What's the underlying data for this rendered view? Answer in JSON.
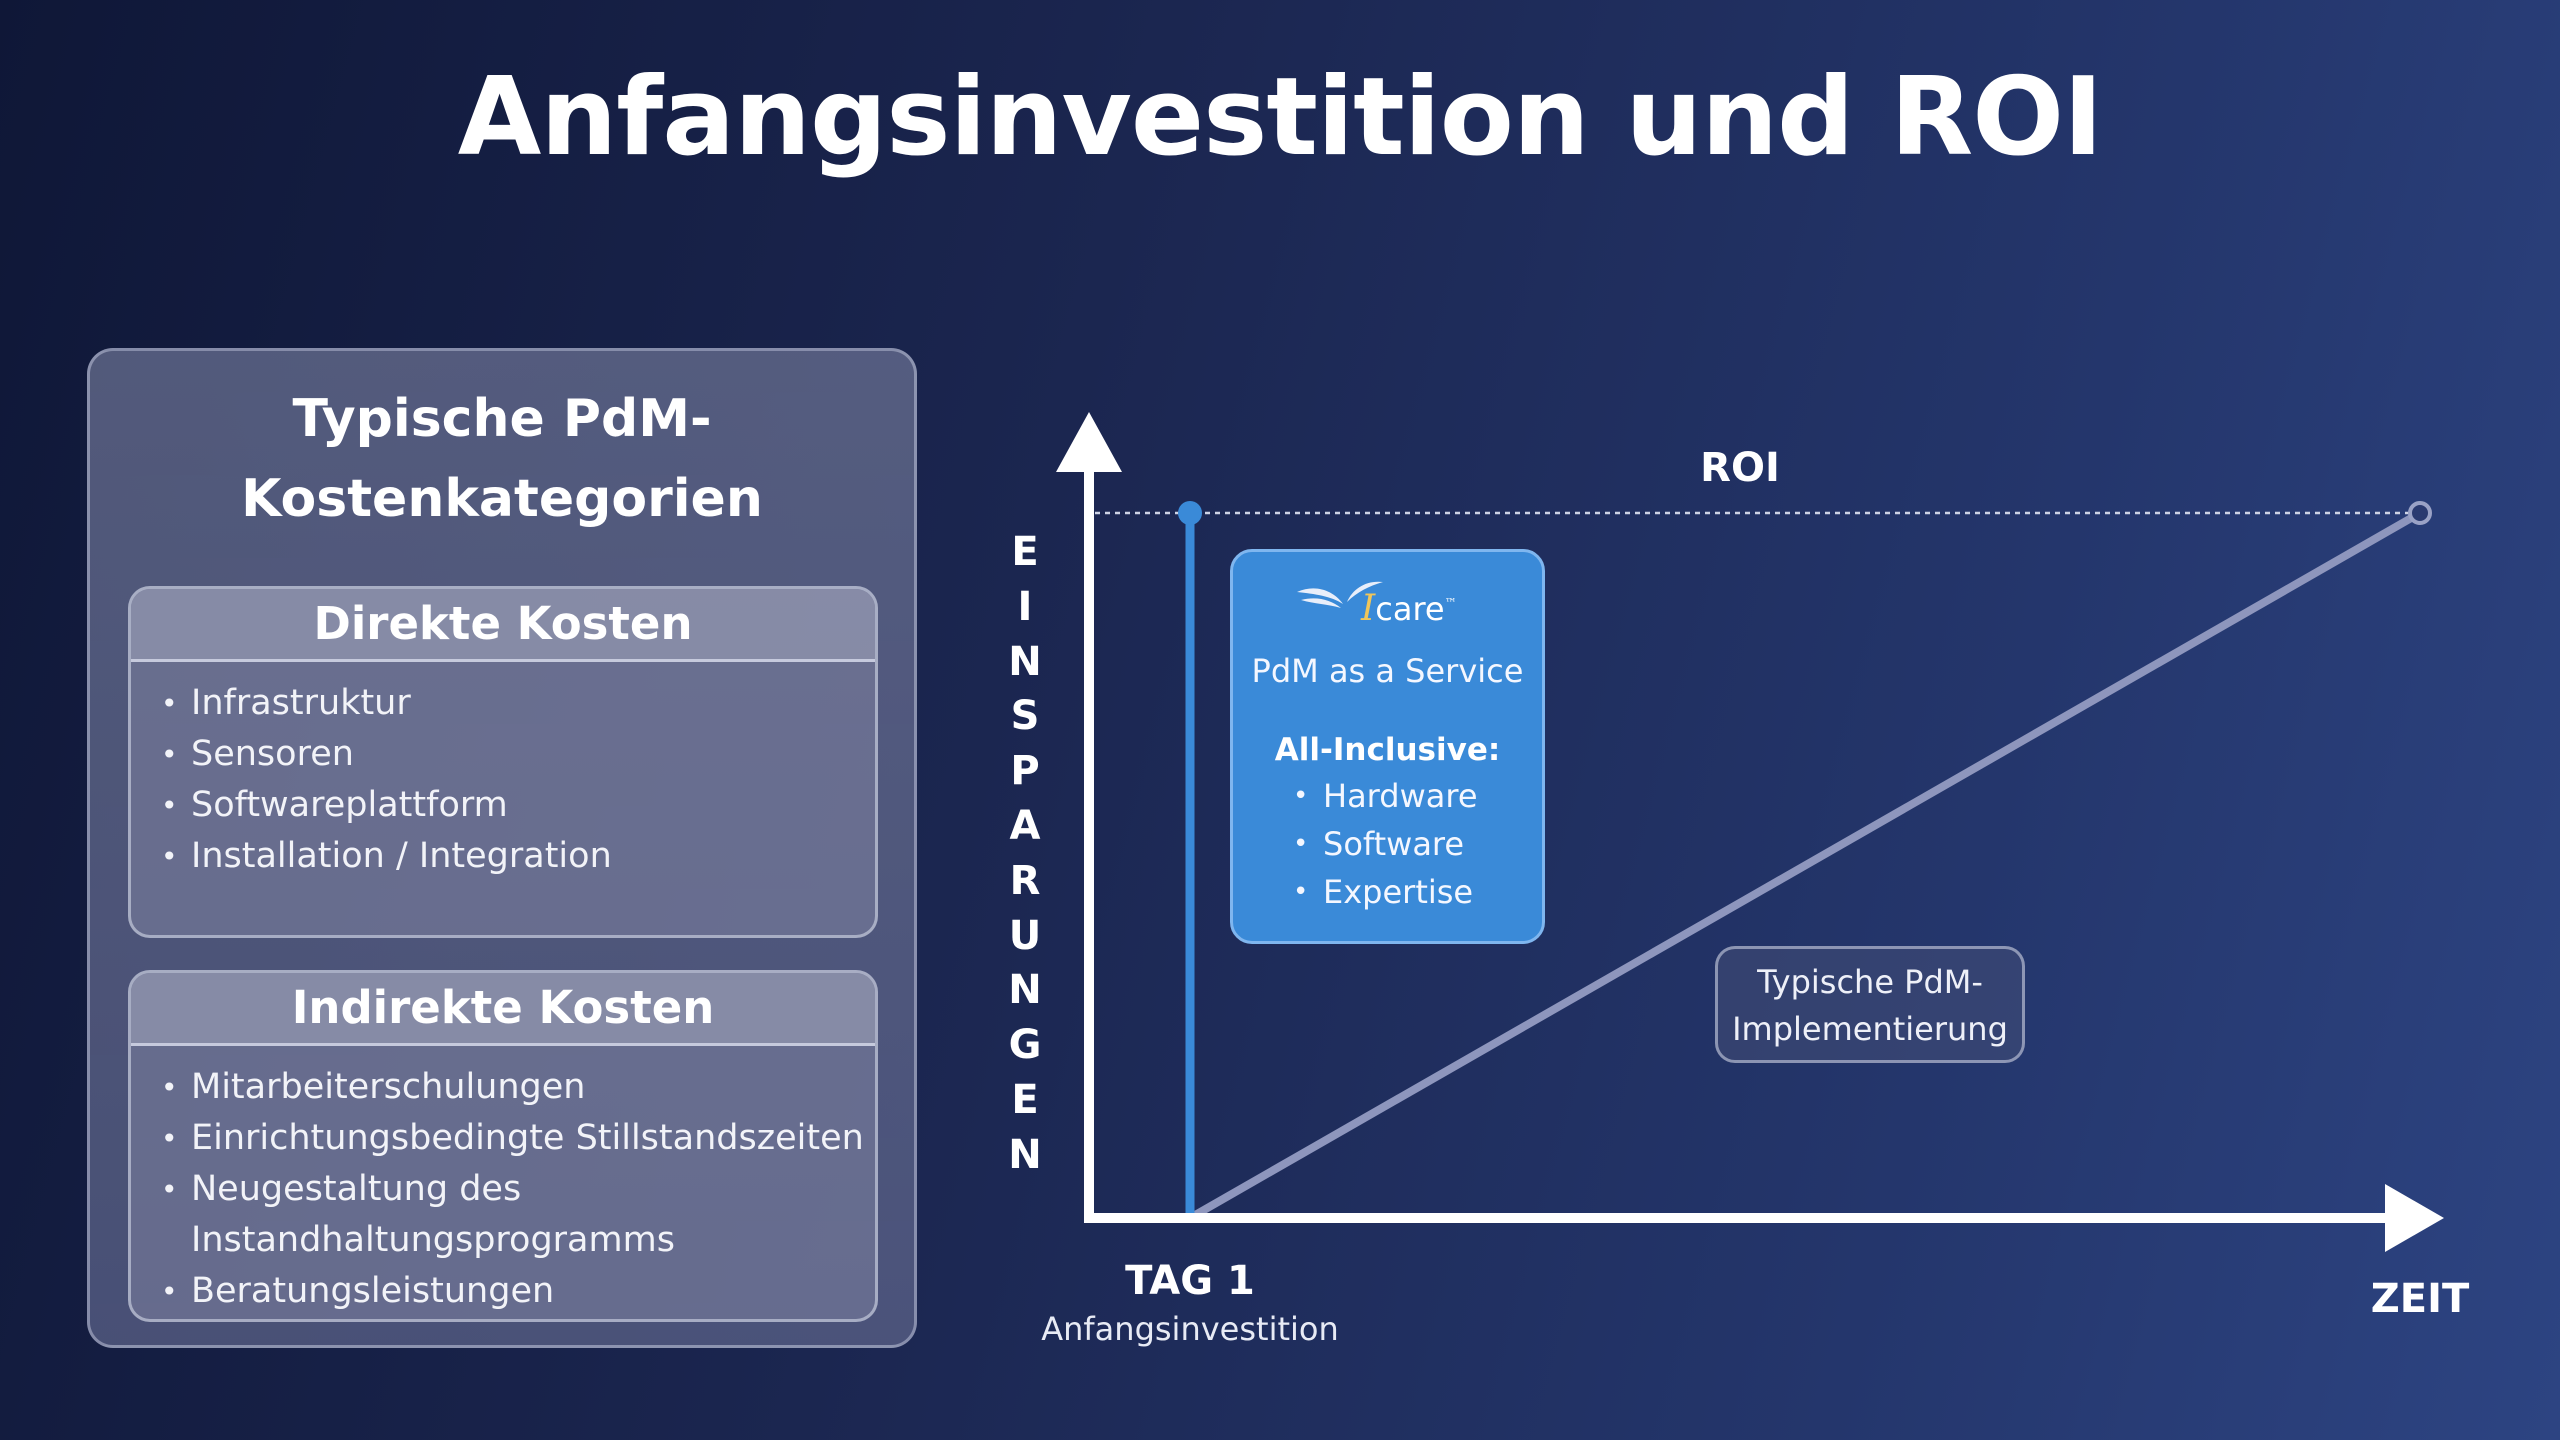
{
  "title": "Anfangsinvestition und ROI",
  "left_panel": {
    "title_lines": [
      "Typische PdM-",
      "Kostenkategorien"
    ],
    "direct": {
      "heading": "Direkte Kosten",
      "items": [
        "Infrastruktur",
        "Sensoren",
        "Softwareplattform",
        "Installation / Integration"
      ]
    },
    "indirect": {
      "heading": "Indirekte Kosten",
      "items": [
        [
          "Mitarbeiterschulungen"
        ],
        [
          "Einrichtungsbedingte Stillstandszeiten"
        ],
        [
          "Neugestaltung des",
          "Instandhaltungsprogramms"
        ],
        [
          "Beratungsleistungen"
        ]
      ]
    }
  },
  "chart": {
    "y_axis_label": "EINSPARUNGEN",
    "x_axis_label": "ZEIT",
    "roi_label": "ROI",
    "day_label": "TAG 1",
    "day_sub": "Anfangsinvestition",
    "colors": {
      "accent": "#3a8ad8",
      "line": "#8e96bd",
      "axis": "#ffffff"
    }
  },
  "service_box": {
    "logo_mark": "I",
    "logo_word": "care",
    "logo_tm": "™",
    "subtitle": "PdM as a Service",
    "label": "All-Inclusive:",
    "items": [
      "Hardware",
      "Software",
      "Expertise"
    ]
  },
  "impl_box": {
    "lines": [
      "Typische PdM-",
      "Implementierung"
    ]
  }
}
